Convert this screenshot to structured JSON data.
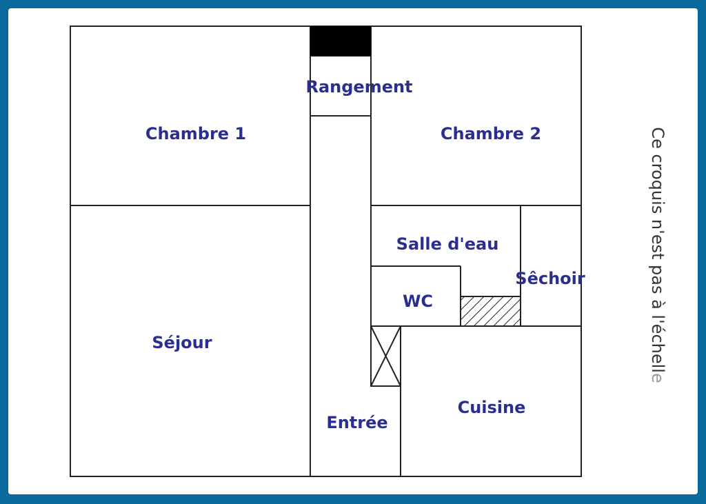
{
  "rooms": {
    "chambre1": "Chambre 1",
    "chambre2": "Chambre 2",
    "rangement": "Rangement",
    "salle_eau": "Salle d'eau",
    "sechoir": "Sêchoir",
    "wc": "WC",
    "sejour": "Séjour",
    "entree": "Entrée",
    "cuisine": "Cuisine"
  },
  "note": {
    "main": "Ce croquis n'est pas à l'échell",
    "tail": "e"
  },
  "colors": {
    "frame": "#0b6a9c",
    "label": "#2a2f8f",
    "wall": "#222222"
  }
}
